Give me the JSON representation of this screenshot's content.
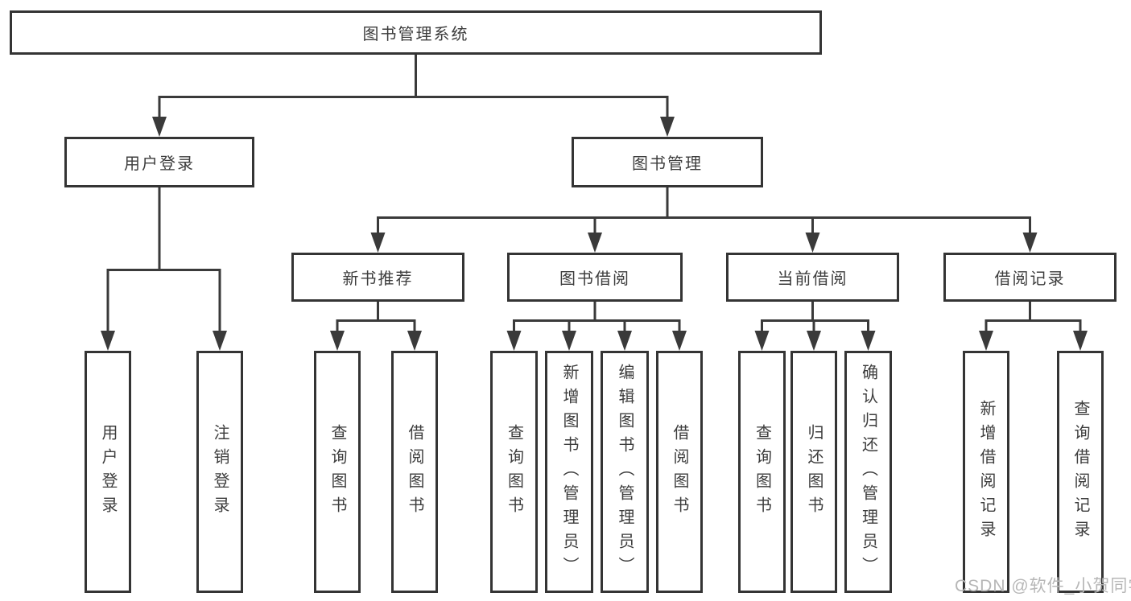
{
  "diagram_title": "图书管理系统",
  "tree": {
    "label": "图书管理系统",
    "children": [
      {
        "label": "用户登录",
        "children": [
          {
            "label": "用户登录"
          },
          {
            "label": "注销登录"
          }
        ]
      },
      {
        "label": "图书管理",
        "children": [
          {
            "label": "新书推荐",
            "children": [
              {
                "label": "查询图书"
              },
              {
                "label": "借阅图书"
              }
            ]
          },
          {
            "label": "图书借阅",
            "children": [
              {
                "label": "查询图书"
              },
              {
                "label": "新增图书（管理员）"
              },
              {
                "label": "编辑图书（管理员）"
              },
              {
                "label": "借阅图书"
              }
            ]
          },
          {
            "label": "当前借阅",
            "children": [
              {
                "label": "查询图书"
              },
              {
                "label": "归还图书"
              },
              {
                "label": "确认归还（管理员）"
              }
            ]
          },
          {
            "label": "借阅记录",
            "children": [
              {
                "label": "新增借阅记录"
              },
              {
                "label": "查询借阅记录"
              }
            ]
          }
        ]
      }
    ]
  },
  "watermark": {
    "text": "CSDN @软件_小贺同学"
  },
  "colors": {
    "line": "#3a3a3a",
    "text": "#3d3d3d",
    "box_background": "#ffffff",
    "watermark": "#b7b7b7",
    "background": "#ffffff"
  }
}
